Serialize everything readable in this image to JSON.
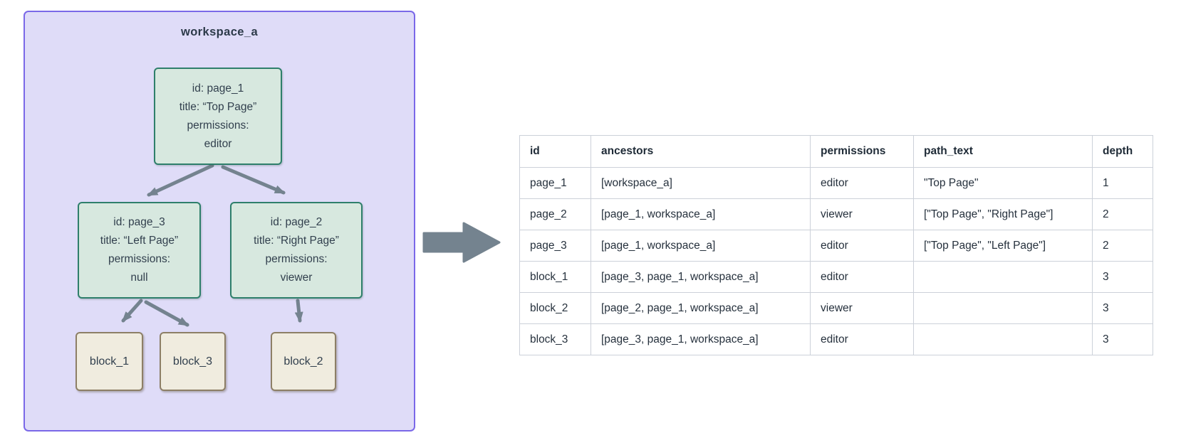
{
  "diagram": {
    "title": "workspace_a",
    "page_1": {
      "l1": "id: page_1",
      "l2": "title: “Top Page”",
      "l3": "permissions:",
      "l4": "editor"
    },
    "page_3": {
      "l1": "id: page_3",
      "l2": "title: “Left Page”",
      "l3": "permissions:",
      "l4": "null"
    },
    "page_2": {
      "l1": "id: page_2",
      "l2": "title: “Right Page”",
      "l3": "permissions:",
      "l4": "viewer"
    },
    "block_1": {
      "label": "block_1"
    },
    "block_3": {
      "label": "block_3"
    },
    "block_2": {
      "label": "block_2"
    }
  },
  "table": {
    "headers": [
      "id",
      "ancestors",
      "permissions",
      "path_text",
      "depth"
    ],
    "rows": [
      [
        "page_1",
        "[workspace_a]",
        "editor",
        "\"Top Page\"",
        "1"
      ],
      [
        "page_2",
        "[page_1, workspace_a]",
        "viewer",
        "[\"Top Page\", \"Right Page\"]",
        "2"
      ],
      [
        "page_3",
        "[page_1, workspace_a]",
        "editor",
        "[\"Top Page\", \"Left Page\"]",
        "2"
      ],
      [
        "block_1",
        "[page_3, page_1, workspace_a]",
        "editor",
        "",
        "3"
      ],
      [
        "block_2",
        "[page_2, page_1, workspace_a]",
        "viewer",
        "",
        "3"
      ],
      [
        "block_3",
        "[page_3, page_1, workspace_a]",
        "editor",
        "",
        "3"
      ]
    ]
  },
  "colors": {
    "workspace_fill": "#dfdcf8",
    "workspace_border": "#7a68e8",
    "page_node_fill": "#d7e8df",
    "page_node_border": "#2e7f6b",
    "block_node_fill": "#f0ecdf",
    "block_node_border": "#8d7f66",
    "arrow": "#74838f",
    "table_border": "#ccd1d9",
    "text": "#32404e"
  }
}
